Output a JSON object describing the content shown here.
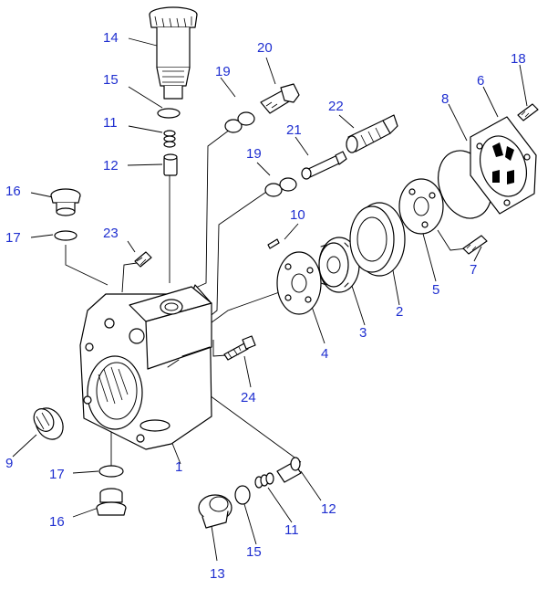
{
  "diagram": {
    "labels": {
      "p1": "1",
      "p2": "2",
      "p3": "3",
      "p4": "4",
      "p5": "5",
      "p6": "6",
      "p7": "7",
      "p8": "8",
      "p9": "9",
      "p10": "10",
      "p11a": "11",
      "p11b": "11",
      "p12a": "12",
      "p12b": "12",
      "p13": "13",
      "p14": "14",
      "p15a": "15",
      "p15b": "15",
      "p16a": "16",
      "p16b": "16",
      "p17a": "17",
      "p17b": "17",
      "p18": "18",
      "p19a": "19",
      "p19b": "19",
      "p20": "20",
      "p21": "21",
      "p22": "22",
      "p23": "23",
      "p24": "24"
    },
    "colors": {
      "callout": "#1f2fd0",
      "line": "#000000",
      "background": "#ffffff"
    }
  }
}
